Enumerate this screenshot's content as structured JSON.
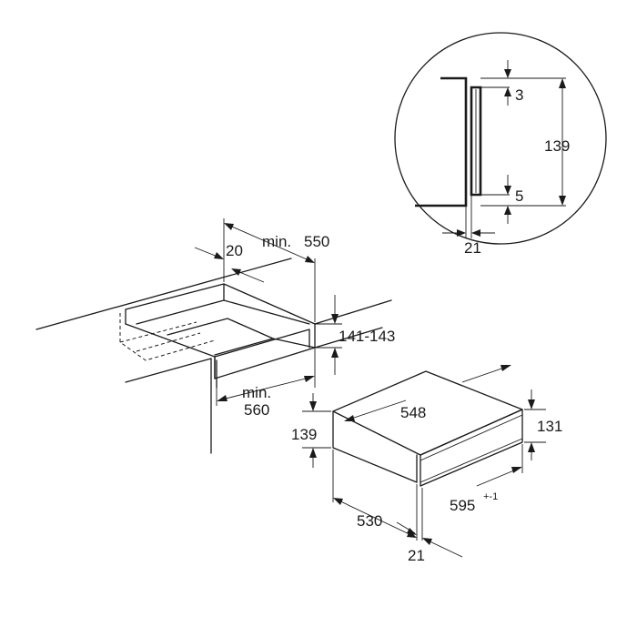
{
  "cabinet": {
    "dim_min_label": "min.",
    "dim_depth": "550",
    "dim_offset": "20",
    "dim_height": "141-143",
    "dim_width": "560"
  },
  "detail": {
    "dim_top_gap": "3",
    "dim_height": "139",
    "dim_bottom_gap": "5",
    "dim_offset": "21"
  },
  "appliance": {
    "dim_width_top": "548",
    "dim_height_front": "131",
    "dim_height_side": "139",
    "dim_depth": "530",
    "dim_width_front": "595",
    "dim_width_front_tol": "+-1",
    "dim_front_thickness": "21"
  }
}
